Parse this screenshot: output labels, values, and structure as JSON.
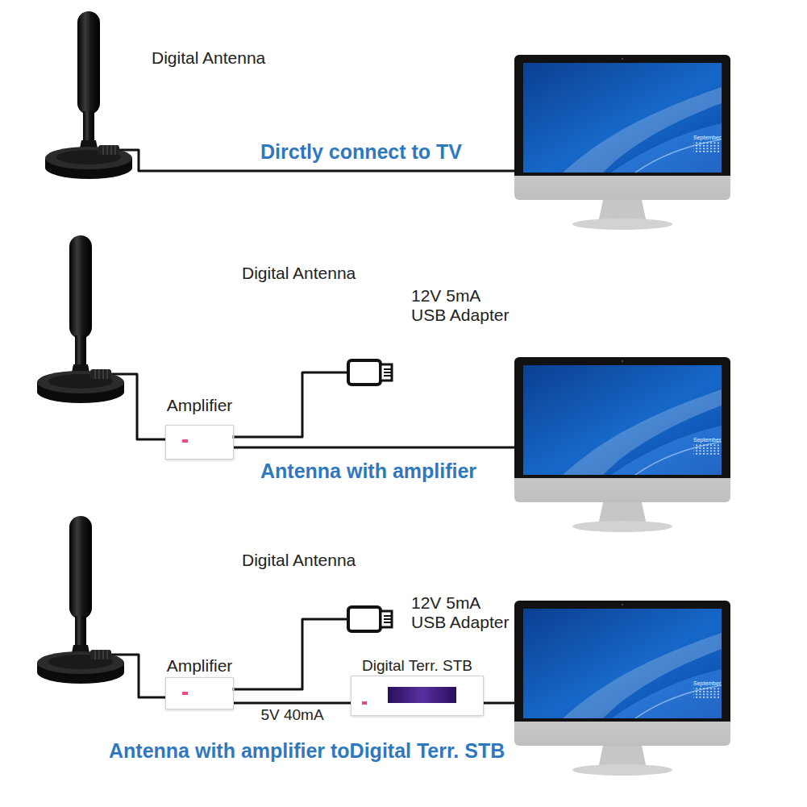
{
  "diagram": {
    "nodes": [
      {
        "text": [
          "Amplifier"
        ]
      },
      {
        "text": [
          "Amplifier"
        ]
      },
      {
        "text": [
          "Digital Terr. STB"
        ]
      }
    ],
    "edges": [
      {
        "from": 1,
        "to": 2,
        "arrow": "none",
        "label": "5V 40mA"
      }
    ],
    "labels": [
      "Digital Antenna",
      "Dirctly connect to TV",
      "September",
      "Digital Antenna",
      "12V 5mA USB Adapter",
      "Antenna with amplifier",
      "September",
      "Digital Antenna",
      "12V 5mA USB Adapter",
      "September",
      "Antenna with amplifier toDigital Terr. STB"
    ]
  }
}
